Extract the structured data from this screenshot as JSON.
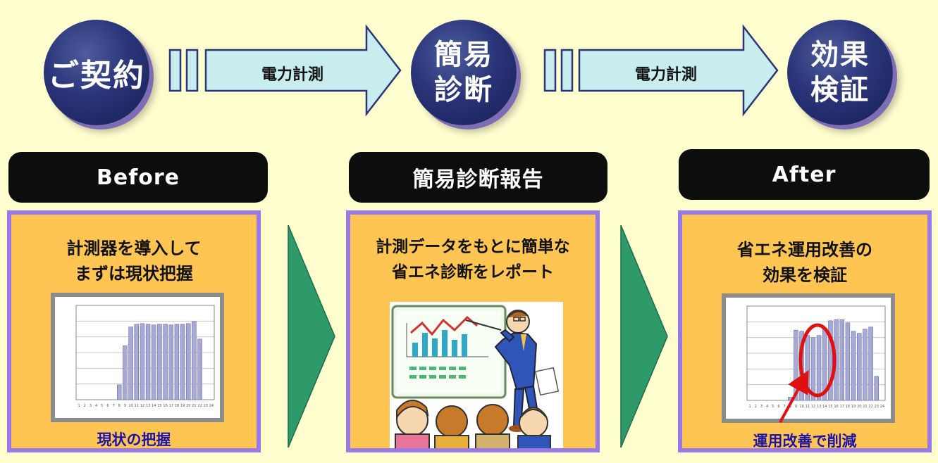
{
  "steps": [
    {
      "label": "ご契約"
    },
    {
      "label": "簡易\n診断"
    },
    {
      "label": "効果\n検証"
    }
  ],
  "arrows": [
    {
      "label": "電力計測"
    },
    {
      "label": "電力計測"
    }
  ],
  "headers": [
    {
      "label": "Before"
    },
    {
      "label": "簡易診断報告"
    },
    {
      "label": "After"
    }
  ],
  "panels": [
    {
      "title": "計測器を導入して\nまずは現状把握",
      "caption": "現状の把握"
    },
    {
      "title": "計測データをもとに簡単な\n省エネ診断をレポート",
      "caption": ""
    },
    {
      "title": "省エネ運用改善の\n効果を検証",
      "caption": "運用改善で削減"
    }
  ],
  "colors": {
    "background": "#fffecf",
    "circle": "#2a3579",
    "arrow_fill": "#c9ecef",
    "panel_fill": "#ffc552",
    "panel_border": "#9b78e8",
    "chevron": "#2e9a6a",
    "caption": "#1c13a8",
    "highlight": "#e01010"
  },
  "chart_data": [
    {
      "type": "bar",
      "categories": [
        "1",
        "2",
        "3",
        "4",
        "5",
        "6",
        "7",
        "8",
        "9",
        "10",
        "11",
        "12",
        "13",
        "14",
        "15",
        "16",
        "17",
        "18",
        "19",
        "20",
        "21",
        "22",
        "23",
        "24"
      ],
      "values": [
        0,
        0,
        0,
        0,
        0,
        0,
        0,
        0.22,
        0.8,
        1.08,
        1.12,
        1.13,
        1.12,
        1.11,
        1.12,
        1.12,
        1.11,
        1.12,
        1.12,
        1.13,
        1.16,
        0.9,
        0,
        0
      ],
      "ylim": [
        0,
        1.4
      ],
      "grid": true
    },
    {
      "type": "bar",
      "categories": [
        "1",
        "2",
        "3",
        "4",
        "5",
        "6",
        "7",
        "8",
        "9",
        "10",
        "11",
        "12",
        "13",
        "14",
        "15",
        "16",
        "17",
        "18",
        "19",
        "20",
        "21",
        "22",
        "23",
        "24"
      ],
      "values": [
        0,
        0,
        0,
        0,
        0,
        0,
        0,
        0.03,
        0.67,
        0.66,
        0.62,
        0.6,
        0.62,
        0.68,
        0.76,
        0.77,
        0.77,
        0.74,
        0.66,
        0.64,
        0.68,
        0.7,
        0.23,
        0
      ],
      "ylim": [
        0,
        0.9
      ],
      "grid": true
    }
  ]
}
